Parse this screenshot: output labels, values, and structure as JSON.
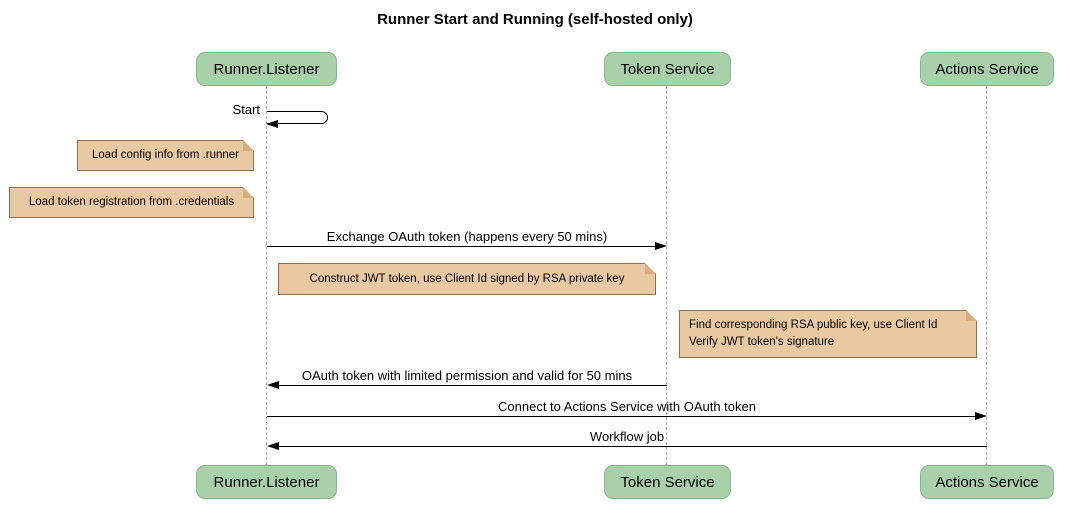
{
  "title": "Runner Start and Running (self-hosted only)",
  "participants": [
    {
      "name": "Runner.Listener"
    },
    {
      "name": "Token Service"
    },
    {
      "name": "Actions Service"
    }
  ],
  "messages": [
    {
      "label": "Start",
      "from": "Runner.Listener",
      "to": "Runner.Listener",
      "type": "self"
    },
    {
      "label": "Exchange OAuth token (happens every 50 mins)",
      "from": "Runner.Listener",
      "to": "Token Service",
      "type": "solid-arrow"
    },
    {
      "label": "OAuth token with limited permission and valid for 50 mins",
      "from": "Token Service",
      "to": "Runner.Listener",
      "type": "solid-arrow"
    },
    {
      "label": "Connect to Actions Service with OAuth token",
      "from": "Runner.Listener",
      "to": "Actions Service",
      "type": "solid-arrow"
    },
    {
      "label": "Workflow job",
      "from": "Actions Service",
      "to": "Runner.Listener",
      "type": "solid-arrow"
    }
  ],
  "notes": [
    {
      "text": "Load config info from .runner",
      "position": "left of Runner.Listener"
    },
    {
      "text": "Load token registration from .credentials",
      "position": "left of Runner.Listener"
    },
    {
      "text": "Construct JWT token, use Client Id signed by RSA private key",
      "position": "right of Runner.Listener"
    },
    {
      "text": "Find corresponding RSA public key, use Client Id\nVerify JWT token's signature",
      "position": "right of Token Service"
    }
  ],
  "colors": {
    "background": "#FFFFFF",
    "participant_fill": "#A9D1A9",
    "participant_border": "#85B985",
    "note_fill": "#E9C9A2",
    "note_border": "#8B6F4E",
    "note_fold": "#D9AE7E",
    "lifeline": "#A6A6A6",
    "arrow": "#000000",
    "text": "#000000"
  }
}
